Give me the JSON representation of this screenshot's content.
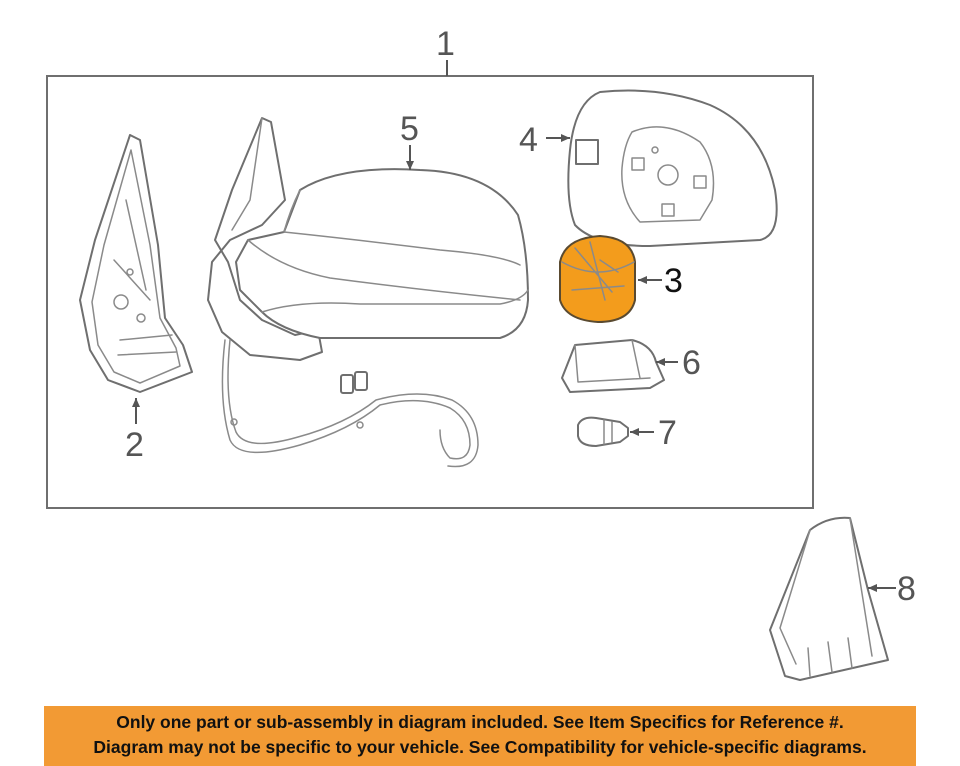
{
  "colors": {
    "highlight": "#f39c1c",
    "banner_bg": "#f29a34",
    "line": "#6f6f6f",
    "text": "#555555"
  },
  "callouts": {
    "c1": "1",
    "c2": "2",
    "c3": "3",
    "c4": "4",
    "c5": "5",
    "c6": "6",
    "c7": "7",
    "c8": "8"
  },
  "parts": {
    "highlighted_callout": "3"
  },
  "banner": {
    "line1": "Only one part or sub-assembly in diagram included. See Item Specifics for Reference #.",
    "line2": "Diagram may not be specific to your vehicle. See Compatibility for vehicle-specific diagrams."
  }
}
